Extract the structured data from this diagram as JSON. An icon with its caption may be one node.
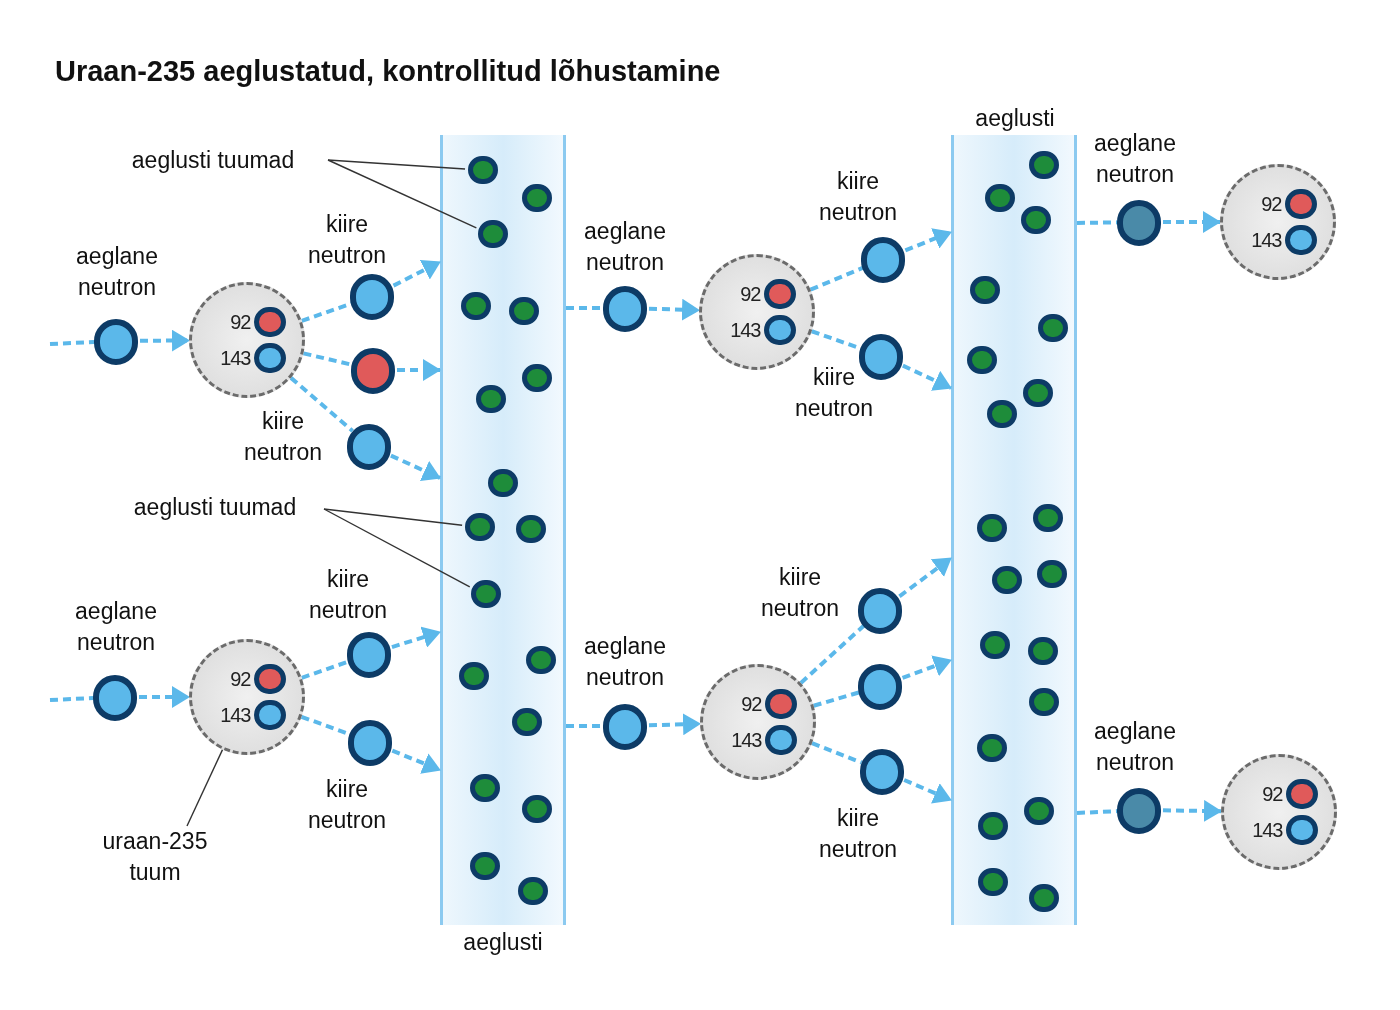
{
  "diagram": {
    "title": "Uraan-235 aeglustatud, kontrollitud lõhustamine",
    "nodes": [
      {
        "text": [
          "aeglusti"
        ]
      },
      {
        "text": [
          "aeglusti"
        ]
      },
      {
        "text": [],
        "shape": "circle",
        "beside": [
          "aeglane neutron"
        ]
      },
      {
        "text": [
          "92",
          "143"
        ]
      },
      {
        "text": [],
        "shape": "circle",
        "beside": [
          "kiire neutron"
        ]
      },
      {
        "text": [],
        "shape": "circle"
      },
      {
        "text": [],
        "shape": "circle",
        "beside": [
          "kiire neutron"
        ]
      },
      {
        "text": [
          "aeglusti tuumad"
        ]
      },
      {
        "text": [],
        "shape": "circle",
        "in": 0
      },
      {
        "text": [],
        "shape": "circle",
        "in": 0
      },
      {
        "text": [
          "aeglusti tuumad"
        ]
      },
      {
        "text": [],
        "shape": "circle",
        "in": 0
      },
      {
        "text": [],
        "shape": "circle",
        "in": 0
      },
      {
        "text": [],
        "shape": "circle",
        "beside": [
          "aeglane neutron"
        ]
      },
      {
        "text": [
          "92",
          "143"
        ]
      },
      {
        "text": [],
        "shape": "circle",
        "beside": [
          "kiire neutron"
        ]
      },
      {
        "text": [],
        "shape": "circle",
        "beside": [
          "kiire neutron"
        ]
      },
      {
        "text": [],
        "shape": "circle",
        "beside": [
          "aeglane neutron"
        ]
      },
      {
        "text": [
          "92",
          "143"
        ]
      },
      {
        "text": [],
        "shape": "circle",
        "beside": [
          "aeglane neutron"
        ]
      },
      {
        "text": [
          "92",
          "143"
        ]
      },
      {
        "text": [],
        "shape": "circle",
        "beside": [
          "kiire neutron"
        ]
      },
      {
        "text": [],
        "shape": "circle",
        "beside": [
          "kiire neutron"
        ]
      },
      {
        "text": [
          "uraan-235 tuum"
        ]
      },
      {
        "text": [],
        "shape": "circle",
        "beside": [
          "aeglane neutron"
        ]
      },
      {
        "text": [
          "92",
          "143"
        ]
      },
      {
        "text": [],
        "shape": "circle",
        "beside": [
          "kiire neutron"
        ]
      },
      {
        "text": [],
        "shape": "circle"
      },
      {
        "text": [],
        "shape": "circle",
        "beside": [
          "kiire neutron"
        ]
      },
      {
        "text": [],
        "shape": "circle",
        "beside": [
          "aeglane neutron"
        ]
      },
      {
        "text": [
          "92",
          "143"
        ]
      },
      {
        "text": [],
        "shape": "circle",
        "in": 0
      },
      {
        "text": [],
        "shape": "circle",
        "in": 0
      },
      {
        "text": [],
        "shape": "circle",
        "in": 0
      },
      {
        "text": [],
        "shape": "circle",
        "in": 0
      },
      {
        "text": [],
        "shape": "circle",
        "in": 0
      },
      {
        "text": [],
        "shape": "circle",
        "in": 0
      },
      {
        "text": [],
        "shape": "circle",
        "in": 0
      },
      {
        "text": [],
        "shape": "circle",
        "in": 0
      },
      {
        "text": [],
        "shape": "circle",
        "in": 0
      },
      {
        "text": [],
        "shape": "circle",
        "in": 0
      },
      {
        "text": [],
        "shape": "circle",
        "in": 0
      },
      {
        "text": [],
        "shape": "circle",
        "in": 0
      },
      {
        "text": [],
        "shape": "circle",
        "in": 0
      },
      {
        "text": [],
        "shape": "circle",
        "in": 0
      },
      {
        "text": [],
        "shape": "circle",
        "in": 1
      },
      {
        "text": [],
        "shape": "circle",
        "in": 1
      },
      {
        "text": [],
        "shape": "circle",
        "in": 1
      },
      {
        "text": [],
        "shape": "circle",
        "in": 1
      },
      {
        "text": [],
        "shape": "circle",
        "in": 1
      },
      {
        "text": [],
        "shape": "circle",
        "in": 1
      },
      {
        "text": [],
        "shape": "circle",
        "in": 1
      },
      {
        "text": [],
        "shape": "circle",
        "in": 1
      },
      {
        "text": [],
        "shape": "circle",
        "in": 1
      },
      {
        "text": [],
        "shape": "circle",
        "in": 1
      },
      {
        "text": [],
        "shape": "circle",
        "in": 1
      },
      {
        "text": [],
        "shape": "circle",
        "in": 1
      },
      {
        "text": [],
        "shape": "circle",
        "in": 1
      },
      {
        "text": [],
        "shape": "circle",
        "in": 1
      },
      {
        "text": [],
        "shape": "circle",
        "in": 1
      },
      {
        "text": [],
        "shape": "circle",
        "in": 1
      },
      {
        "text": [],
        "shape": "circle",
        "in": 1
      },
      {
        "text": [],
        "shape": "circle",
        "in": 1
      },
      {
        "text": [],
        "shape": "circle",
        "in": 1
      },
      {
        "text": [],
        "shape": "circle",
        "in": 1
      }
    ],
    "edges": [
      {
        "from": null,
        "to": 2,
        "arrow": "none",
        "style": "dashed"
      },
      {
        "from": 2,
        "to": 3,
        "arrow": "to",
        "style": "dashed"
      },
      {
        "from": 3,
        "to": 4,
        "arrow": "none",
        "style": "dashed"
      },
      {
        "from": 4,
        "to": 0,
        "arrow": "to",
        "style": "dashed"
      },
      {
        "from": 3,
        "to": 5,
        "arrow": "none",
        "style": "dashed"
      },
      {
        "from": 5,
        "to": 0,
        "arrow": "to",
        "style": "dashed"
      },
      {
        "from": 3,
        "to": 6,
        "arrow": "none",
        "style": "dashed"
      },
      {
        "from": 6,
        "to": 0,
        "arrow": "to",
        "style": "dashed"
      },
      {
        "from": 7,
        "to": 8,
        "arrow": "none",
        "color": "#333333"
      },
      {
        "from": 7,
        "to": 9,
        "arrow": "none",
        "color": "#333333"
      },
      {
        "from": 10,
        "to": 11,
        "arrow": "none",
        "color": "#333333"
      },
      {
        "from": 10,
        "to": 12,
        "arrow": "none",
        "color": "#333333"
      },
      {
        "from": 0,
        "to": 13,
        "arrow": "none",
        "style": "dashed"
      },
      {
        "from": 13,
        "to": 14,
        "arrow": "to",
        "style": "dashed"
      },
      {
        "from": 14,
        "to": 15,
        "arrow": "none",
        "style": "dashed"
      },
      {
        "from": 15,
        "to": 1,
        "arrow": "to",
        "style": "dashed"
      },
      {
        "from": 14,
        "to": 16,
        "arrow": "none",
        "style": "dashed"
      },
      {
        "from": 16,
        "to": 1,
        "arrow": "to",
        "style": "dashed"
      },
      {
        "from": 1,
        "to": 17,
        "arrow": "none",
        "style": "dashed"
      },
      {
        "from": 17,
        "to": 18,
        "arrow": "to",
        "style": "dashed"
      },
      {
        "from": null,
        "to": 19,
        "arrow": "none",
        "style": "dashed"
      },
      {
        "from": 19,
        "to": 20,
        "arrow": "to",
        "style": "dashed"
      },
      {
        "from": 20,
        "to": 21,
        "arrow": "none",
        "style": "dashed"
      },
      {
        "from": 21,
        "to": 0,
        "arrow": "to",
        "style": "dashed"
      },
      {
        "from": 20,
        "to": 22,
        "arrow": "none",
        "style": "dashed"
      },
      {
        "from": 22,
        "to": 0,
        "arrow": "to",
        "style": "dashed"
      },
      {
        "from": 23,
        "to": 20,
        "arrow": "none",
        "color": "#333333"
      },
      {
        "from": 0,
        "to": 24,
        "arrow": "none",
        "style": "dashed"
      },
      {
        "from": 24,
        "to": 25,
        "arrow": "to",
        "style": "dashed"
      },
      {
        "from": 25,
        "to": 26,
        "arrow": "none",
        "style": "dashed"
      },
      {
        "from": 26,
        "to": 1,
        "arrow": "to",
        "style": "dashed"
      },
      {
        "from": 25,
        "to": 27,
        "arrow": "none",
        "style": "dashed"
      },
      {
        "from": 27,
        "to": 1,
        "arrow": "to",
        "style": "dashed"
      },
      {
        "from": 25,
        "to": 28,
        "arrow": "none",
        "style": "dashed"
      },
      {
        "from": 28,
        "to": 1,
        "arrow": "to",
        "style": "dashed"
      },
      {
        "from": 1,
        "to": 29,
        "arrow": "none",
        "style": "dashed"
      },
      {
        "from": 29,
        "to": 30,
        "arrow": "to",
        "style": "dashed"
      }
    ]
  }
}
